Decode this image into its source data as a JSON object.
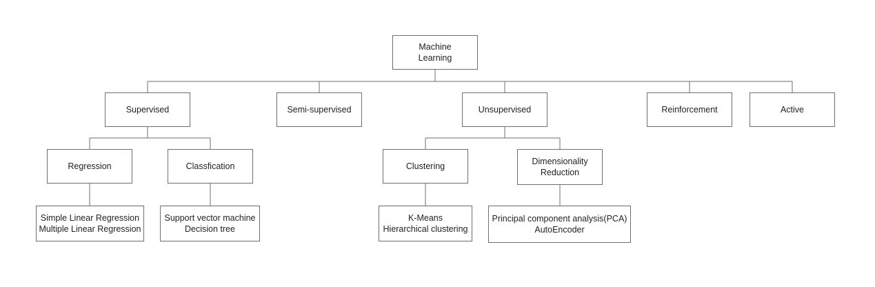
{
  "diagram": {
    "root": [
      "Machine",
      "Learning"
    ],
    "supervised": [
      "Supervised"
    ],
    "semi_supervised": [
      "Semi-supervised"
    ],
    "unsupervised": [
      "Unsupervised"
    ],
    "reinforcement": [
      "Reinforcement"
    ],
    "active": [
      "Active"
    ],
    "regression": [
      "Regression"
    ],
    "classification": [
      "Classfication"
    ],
    "clustering": [
      "Clustering"
    ],
    "dimensionality_reduction": [
      "Dimensionality",
      "Reduction"
    ],
    "regression_methods": [
      "Simple Linear Regression",
      "Multiple Linear Regression"
    ],
    "classification_methods": [
      "Support vector machine",
      "Decision tree"
    ],
    "clustering_methods": [
      "K-Means",
      "Hierarchical clustering"
    ],
    "dimensionality_methods": [
      "Principal component analysis(PCA)",
      "AutoEncoder"
    ]
  }
}
